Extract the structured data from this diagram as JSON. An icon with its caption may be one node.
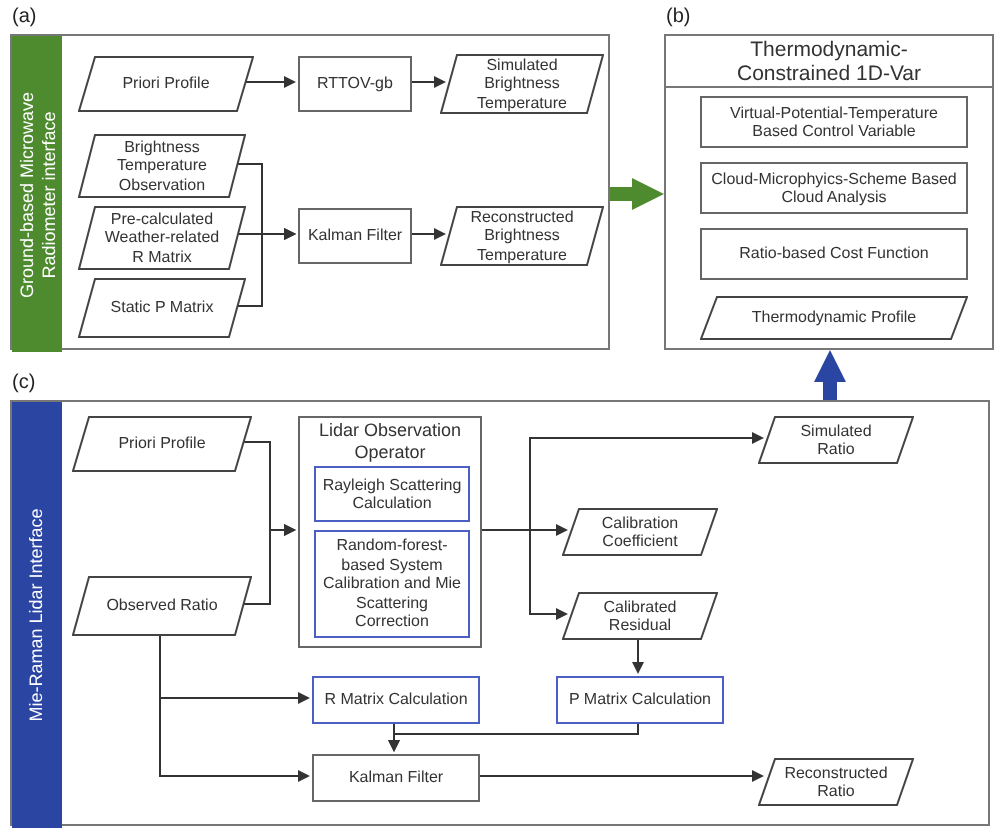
{
  "diagram": {
    "nodes": [
      {
        "text": [
          "(a)"
        ]
      },
      {
        "text": [
          "Ground-based Microwave Radiometer interface"
        ],
        "in": 0
      },
      {
        "text": [
          "Priori Profile"
        ],
        "in": 0
      },
      {
        "text": [
          "RTTOV-gb"
        ],
        "in": 0
      },
      {
        "text": [
          "Simulated Brightness Temperature"
        ],
        "in": 0
      },
      {
        "text": [
          "Brightness Temperature Observation"
        ],
        "in": 0
      },
      {
        "text": [
          "Pre-calculated Weather-related R Matrix"
        ],
        "in": 0
      },
      {
        "text": [
          "Static P Matrix"
        ],
        "in": 0
      },
      {
        "text": [
          "Kalman Filter"
        ],
        "in": 0
      },
      {
        "text": [
          "Reconstructed Brightness Temperature"
        ],
        "in": 0
      },
      {
        "text": [
          "(b)",
          "Thermodynamic-Constrained 1D-Var"
        ]
      },
      {
        "text": [
          "Virtual-Potential-Temperature Based Control Variable"
        ],
        "in": 10
      },
      {
        "text": [
          "Cloud-Microphyics-Scheme Based Cloud Analysis"
        ],
        "in": 10
      },
      {
        "text": [
          "Ratio-based Cost Function"
        ],
        "in": 10
      },
      {
        "text": [
          "Thermodynamic Profile"
        ],
        "in": 10
      },
      {
        "text": [
          "(c)"
        ]
      },
      {
        "text": [
          "Mie-Raman Lidar Interface"
        ],
        "in": 15
      },
      {
        "text": [
          "Priori Profile"
        ],
        "in": 15
      },
      {
        "text": [
          "Observed Ratio"
        ],
        "in": 15
      },
      {
        "text": [
          "Lidar Observation Operator"
        ],
        "in": 15
      },
      {
        "text": [
          "Rayleigh Scattering Calculation"
        ],
        "in": 19
      },
      {
        "text": [
          "Random-forest-based System Calibration and Mie Scattering Correction"
        ],
        "in": 19
      },
      {
        "text": [
          "Simulated Ratio"
        ],
        "in": 15
      },
      {
        "text": [
          "Calibration Coefficient"
        ],
        "in": 15
      },
      {
        "text": [
          "Calibrated Residual"
        ],
        "in": 15
      },
      {
        "text": [
          "R Matrix Calculation"
        ],
        "in": 15
      },
      {
        "text": [
          "P Matrix Calculation"
        ],
        "in": 15
      },
      {
        "text": [
          "Kalman Filter"
        ],
        "in": 15
      },
      {
        "text": [
          "Reconstructed Ratio"
        ],
        "in": 15
      }
    ],
    "edges": [
      {
        "from": 2,
        "to": 3,
        "arrow": "to"
      },
      {
        "from": 3,
        "to": 4,
        "arrow": "to"
      },
      {
        "from": 5,
        "to": 8,
        "arrow": "to"
      },
      {
        "from": 6,
        "to": 8,
        "arrow": "to"
      },
      {
        "from": 7,
        "to": 8,
        "arrow": "to"
      },
      {
        "from": 8,
        "to": 9,
        "arrow": "to"
      },
      {
        "from": 0,
        "to": 10,
        "arrow": "to",
        "style": "thick",
        "color": "#4e8b2f"
      },
      {
        "from": 15,
        "to": 10,
        "arrow": "to",
        "style": "thick",
        "color": "#2b45a3"
      },
      {
        "from": 17,
        "to": 19,
        "arrow": "to"
      },
      {
        "from": 18,
        "to": 19,
        "arrow": "to"
      },
      {
        "from": 19,
        "to": 22,
        "arrow": "to"
      },
      {
        "from": 19,
        "to": 23,
        "arrow": "to"
      },
      {
        "from": 19,
        "to": 24,
        "arrow": "to"
      },
      {
        "from": 18,
        "to": 25,
        "arrow": "to"
      },
      {
        "from": 18,
        "to": 27,
        "arrow": "to"
      },
      {
        "from": 25,
        "to": 27,
        "arrow": "to"
      },
      {
        "from": 26,
        "to": 27,
        "arrow": "to"
      },
      {
        "from": 24,
        "to": 26,
        "arrow": "to"
      },
      {
        "from": 27,
        "to": 28,
        "arrow": "to"
      }
    ]
  }
}
